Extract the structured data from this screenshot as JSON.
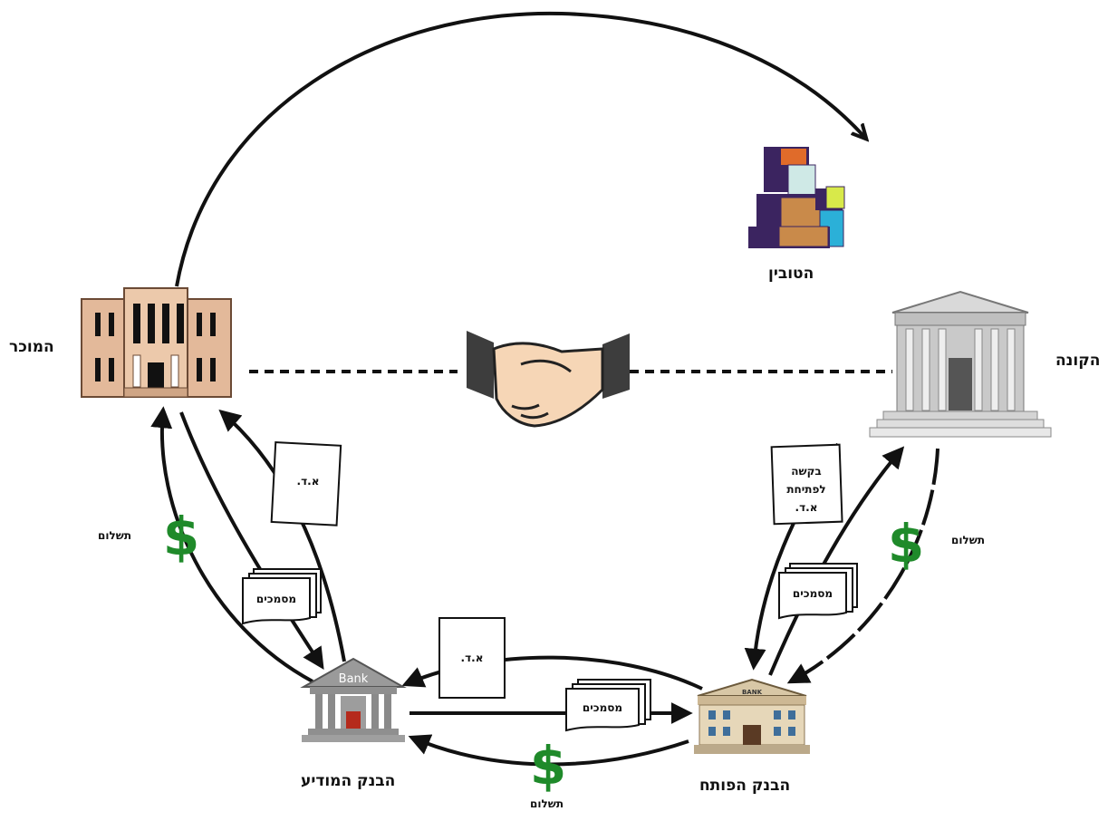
{
  "entities": {
    "seller": "המוכר",
    "buyer": "הקונה",
    "goods": "הטובין",
    "advising_bank": "הבנק המודיע",
    "issuing_bank": "הבנק הפותח"
  },
  "documents": {
    "lc": "א.ד.",
    "docs": "מסמכים",
    "request_lines": [
      "בקשה",
      "לפתיחת",
      "א.ד."
    ]
  },
  "payment_label": "תשלום",
  "bank_sign": "Bank",
  "bank_sign_small": "BANK",
  "colors": {
    "dollar": "#1f8a2a",
    "seller_building": "#e3b99a",
    "buyer_building": "#c9c9c9",
    "goods_purple": "#3b2460",
    "goods_tan": "#c98a4a"
  }
}
